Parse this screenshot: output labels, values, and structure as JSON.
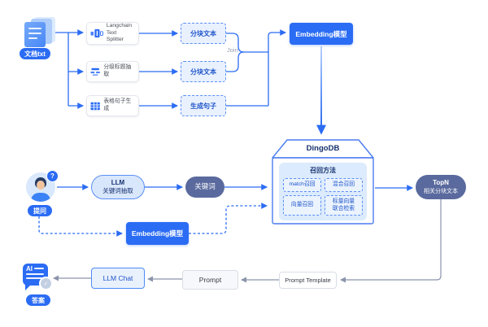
{
  "colors": {
    "accent_blue": "#2b6cf4",
    "node_slate": "#5a6a9e",
    "chunk_fill": "#e9f1fe",
    "panel_fill": "#dcebfd",
    "gray_line": "#8b94ab"
  },
  "icons": {
    "check": "✓",
    "question": "?"
  },
  "ingest": {
    "source": "文档txt",
    "splitter_boxes": [
      {
        "line1": "Langchain",
        "line2": "Text Splitter"
      },
      {
        "line1": "分级标题抽取"
      },
      {
        "line1": "表格句子生成"
      }
    ],
    "chunk_boxes": [
      "分块文本",
      "分块文本",
      "生成句子"
    ],
    "join_label": "Join",
    "embedding_model": "Embedding模型"
  },
  "database": {
    "title": "DingoDB",
    "panel_title": "召回方法",
    "methods": [
      {
        "line1": "match召回"
      },
      {
        "line1": "混合召回"
      },
      {
        "line1": "向量召回"
      },
      {
        "line1": "标量向量",
        "line2": "联合检索"
      }
    ]
  },
  "query": {
    "user_label": "提问",
    "llm_extract": {
      "line1": "LLM",
      "line2": "关键词抽取"
    },
    "keywords": "关键词",
    "embedding_model": "Embedding模型",
    "topn": {
      "line1": "TopN",
      "line2": "相关分块文本"
    }
  },
  "generation": {
    "ai_icon_text": "AI",
    "answer_label": "答案",
    "llm_chat": "LLM Chat",
    "prompt": "Prompt",
    "prompt_template": "Prompt Template"
  }
}
